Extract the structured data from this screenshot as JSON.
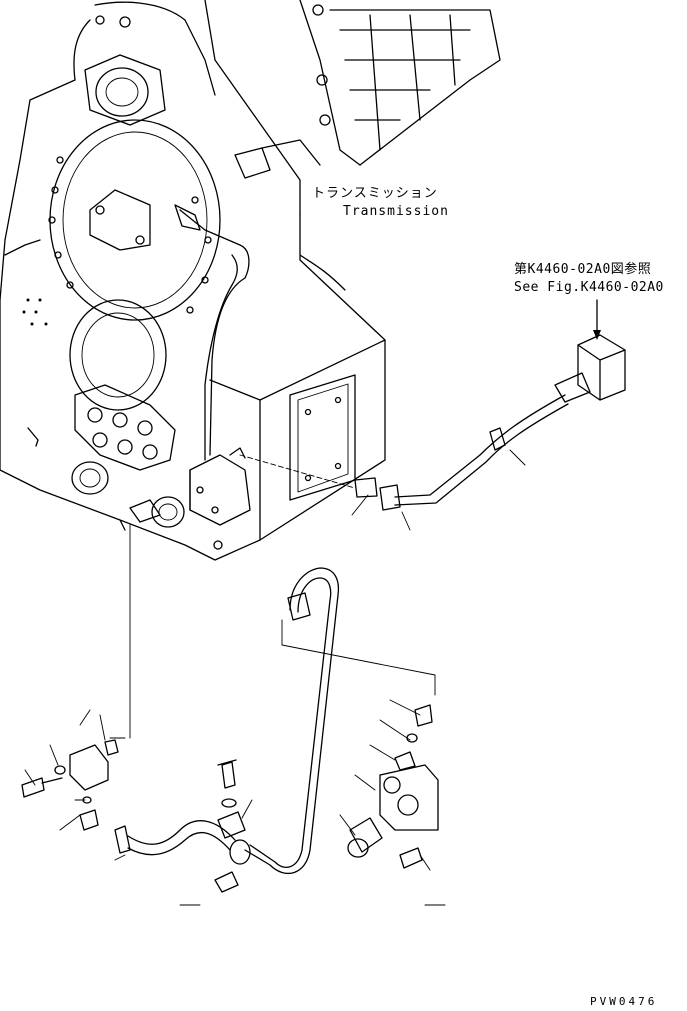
{
  "labels": {
    "transmission_jp": "トランスミッション",
    "transmission_en": "Transmission",
    "see_fig_jp": "第K4460-02A0図参照",
    "see_fig_en": "See Fig.K4460-02A0",
    "drawing_code": "PVW0476"
  },
  "colors": {
    "line": "#000000",
    "background": "#ffffff"
  }
}
